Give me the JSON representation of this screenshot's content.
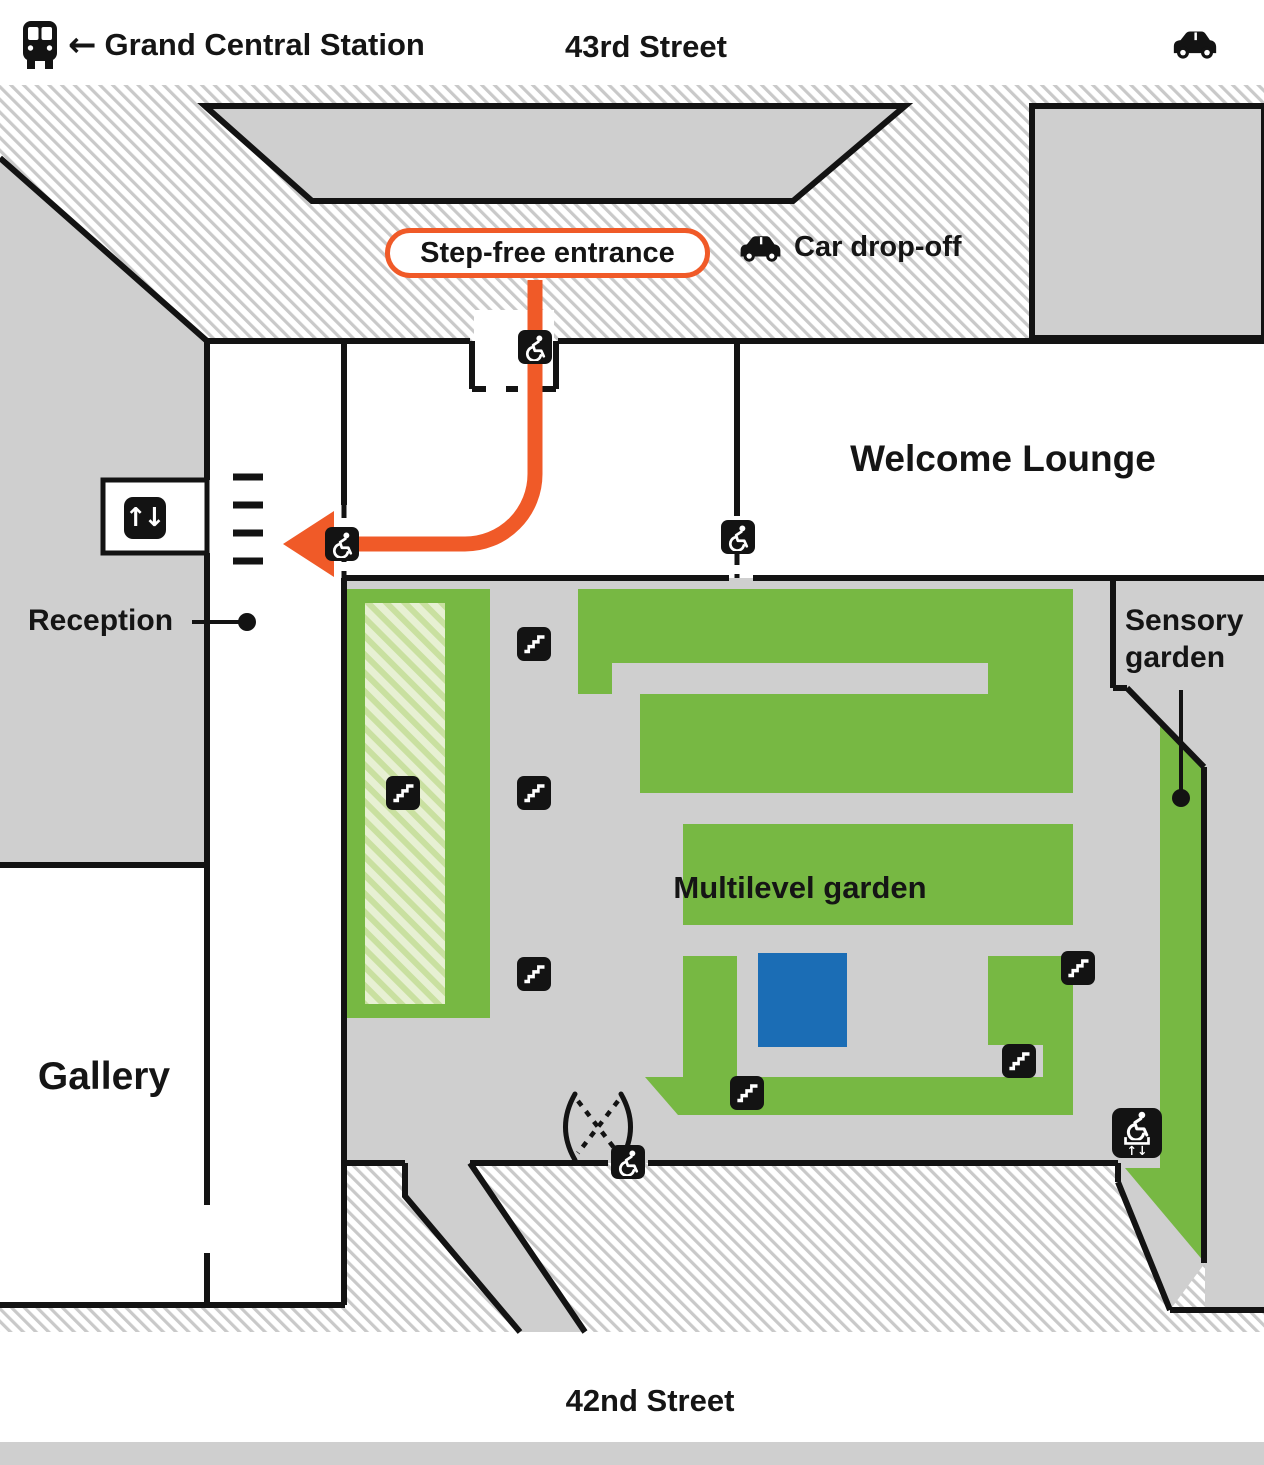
{
  "header": {
    "station": "Grand Central Station",
    "street_top": "43rd Street"
  },
  "footer": {
    "street_bottom": "42nd Street"
  },
  "glyphs": {
    "left_arrow": "←",
    "up_down": "↑↓"
  },
  "callouts": {
    "step_free": "Step-free entrance",
    "car_drop_off": "Car drop-off"
  },
  "rooms": {
    "welcome_lounge": "Welcome Lounge",
    "reception": "Reception",
    "gallery": "Gallery",
    "multilevel_garden": "Multilevel garden",
    "sensory_line1": "Sensory",
    "sensory_line2": "garden"
  },
  "icon_meanings": [
    {
      "name": "bus-icon",
      "meaning": "Rail / transit station"
    },
    {
      "name": "car-icon",
      "meaning": "Car access"
    },
    {
      "name": "accessible-icon",
      "meaning": "Step-free / accessible door",
      "count": 4
    },
    {
      "name": "stairs-icon",
      "meaning": "Stairs",
      "count": 7
    },
    {
      "name": "elevator-icon",
      "meaning": "Elevator"
    },
    {
      "name": "platform-lift-icon",
      "meaning": "Wheelchair platform lift"
    },
    {
      "name": "revolving-door-icon",
      "meaning": "Revolving door"
    }
  ],
  "colors": {
    "green": "#77b843",
    "gray": "#cfcfcf",
    "blue": "#1b6db5",
    "orange": "#f05a28",
    "black": "#131313",
    "hatch_stripe": "#c9c9c9",
    "light_green_stripe": "#c9e0a0"
  }
}
